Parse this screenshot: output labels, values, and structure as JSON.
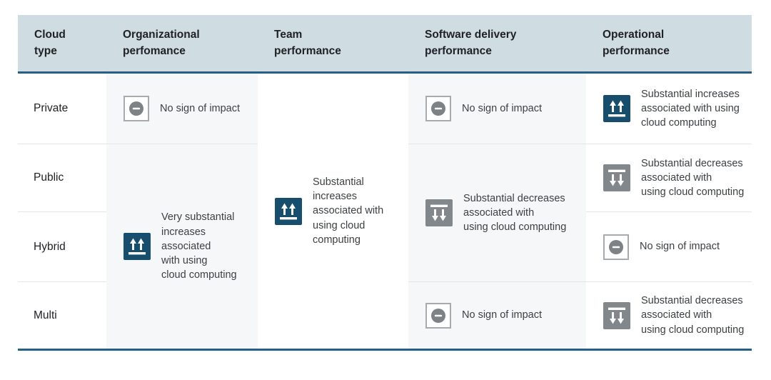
{
  "figure": {
    "description": "Impact of cloud type on performance outcomes"
  },
  "colors": {
    "header_bg": "#cfdde3",
    "accent_line": "#255e87",
    "increase_icon_bg": "#174e6e",
    "decrease_icon_bg": "#82878b",
    "no_impact_circle": "#7d8286",
    "no_impact_border": "#a6abb0",
    "shaded_column_bg": "#f6f7f8",
    "divider": "#e4e5e7"
  },
  "header": {
    "columns": [
      {
        "label": "Cloud\ntype"
      },
      {
        "label": "Organizational\nperfomance"
      },
      {
        "label": "Team\nperformance"
      },
      {
        "label": "Software delivery\nperformance"
      },
      {
        "label": "Operational\nperformance"
      }
    ]
  },
  "rows": [
    "Private",
    "Public",
    "Hybrid",
    "Multi"
  ],
  "cells": {
    "org_private": {
      "icon": "no-impact-icon",
      "text": "No sign of impact"
    },
    "org_public_hybrid_multi": {
      "icon": "increase-icon",
      "text": "Very substantial\nincreases associated\nwith using\ncloud computing"
    },
    "team_all": {
      "icon": "increase-icon",
      "text": "Substantial increases\nassociated with\nusing cloud computing"
    },
    "swd_private": {
      "icon": "no-impact-icon",
      "text": "No sign of impact"
    },
    "swd_public_hybrid": {
      "icon": "decrease-icon",
      "text": "Substantial decreases\nassociated with\nusing cloud computing"
    },
    "swd_multi": {
      "icon": "no-impact-icon",
      "text": "No sign of impact"
    },
    "op_private": {
      "icon": "increase-icon",
      "text": "Substantial increases\nassociated with using\ncloud computing"
    },
    "op_public": {
      "icon": "decrease-icon",
      "text": "Substantial decreases\nassociated with\nusing cloud computing"
    },
    "op_hybrid": {
      "icon": "no-impact-icon",
      "text": "No sign of impact"
    },
    "op_multi": {
      "icon": "decrease-icon",
      "text": "Substantial decreases\nassociated with\nusing cloud computing"
    }
  },
  "chart_data": {
    "type": "table",
    "columns": [
      "Cloud type",
      "Organizational perfomance",
      "Team performance",
      "Software delivery performance",
      "Operational performance"
    ],
    "rows": [
      [
        "Private",
        "No sign of impact",
        "Substantial increases associated with using cloud computing",
        "No sign of impact",
        "Substantial increases associated with using cloud computing"
      ],
      [
        "Public",
        "Very substantial increases associated with using cloud computing",
        "Substantial increases associated with using cloud computing",
        "Substantial decreases associated with using cloud computing",
        "Substantial decreases associated with using cloud computing"
      ],
      [
        "Hybrid",
        "Very substantial increases associated with using cloud computing",
        "Substantial increases associated with using cloud computing",
        "Substantial decreases associated with using cloud computing",
        "No sign of impact"
      ],
      [
        "Multi",
        "Very substantial increases associated with using cloud computing",
        "Substantial increases associated with using cloud computing",
        "No sign of impact",
        "Substantial decreases associated with using cloud computing"
      ]
    ],
    "merged_cells": [
      {
        "column": "Organizational perfomance",
        "rows": [
          "Public",
          "Hybrid",
          "Multi"
        ],
        "value": "Very substantial increases associated with using cloud computing"
      },
      {
        "column": "Team performance",
        "rows": [
          "Private",
          "Public",
          "Hybrid",
          "Multi"
        ],
        "value": "Substantial increases associated with using cloud computing"
      },
      {
        "column": "Software delivery performance",
        "rows": [
          "Public",
          "Hybrid"
        ],
        "value": "Substantial decreases associated with using cloud computing"
      }
    ],
    "legend": {
      "increase-icon": "dark blue square, two white up arrows above a bar",
      "decrease-icon": "gray square, two white down arrows below a bar",
      "no-impact-icon": "white square with gray border, gray circle with white minus"
    }
  }
}
